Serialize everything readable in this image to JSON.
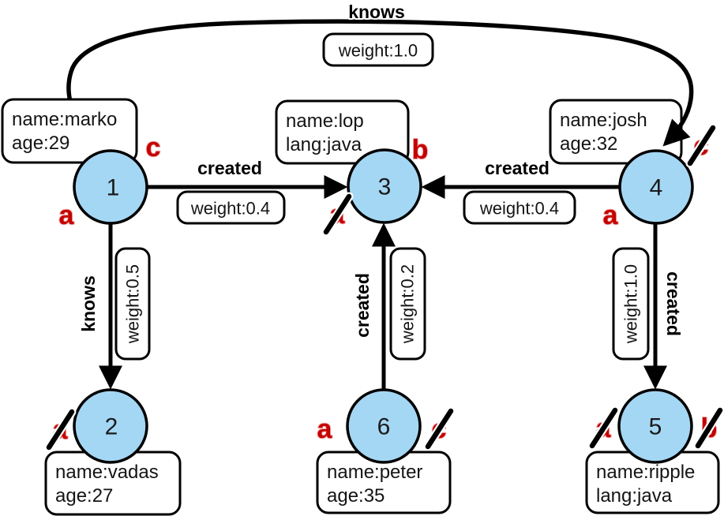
{
  "diagram": {
    "type": "property-graph",
    "description": "Six-vertex labeled graph with knows/created edges, edge weights, and red step markers a/b/c (some crossed out)"
  },
  "colors": {
    "node_fill": "#a4d7f4",
    "node_stroke": "#000000",
    "edge_color": "#000000",
    "box_fill": "#ffffff",
    "marker_red": "#c40000"
  },
  "nodes": [
    {
      "id": "1",
      "properties": [
        "name:marko",
        "age:29"
      ]
    },
    {
      "id": "2",
      "properties": [
        "name:vadas",
        "age:27"
      ]
    },
    {
      "id": "3",
      "properties": [
        "name:lop",
        "lang:java"
      ]
    },
    {
      "id": "4",
      "properties": [
        "name:josh",
        "age:32"
      ]
    },
    {
      "id": "5",
      "properties": [
        "name:ripple",
        "lang:java"
      ]
    },
    {
      "id": "6",
      "properties": [
        "name:peter",
        "age:35"
      ]
    }
  ],
  "edges": [
    {
      "from": "1",
      "to": "4",
      "label": "knows",
      "weight": "weight:1.0"
    },
    {
      "from": "1",
      "to": "3",
      "label": "created",
      "weight": "weight:0.4"
    },
    {
      "from": "4",
      "to": "3",
      "label": "created",
      "weight": "weight:0.4"
    },
    {
      "from": "1",
      "to": "2",
      "label": "knows",
      "weight": "weight:0.5"
    },
    {
      "from": "6",
      "to": "3",
      "label": "created",
      "weight": "weight:0.2"
    },
    {
      "from": "4",
      "to": "5",
      "label": "created",
      "weight": "weight:1.0"
    }
  ],
  "step_markers": [
    {
      "node": "1",
      "letter": "c",
      "crossed": false
    },
    {
      "node": "1",
      "letter": "a",
      "crossed": false
    },
    {
      "node": "3",
      "letter": "b",
      "crossed": false
    },
    {
      "node": "3",
      "letter": "a",
      "crossed": true
    },
    {
      "node": "4",
      "letter": "c",
      "crossed": true
    },
    {
      "node": "4",
      "letter": "a",
      "crossed": false
    },
    {
      "node": "2",
      "letter": "a",
      "crossed": true
    },
    {
      "node": "6",
      "letter": "a",
      "crossed": false
    },
    {
      "node": "6",
      "letter": "c",
      "crossed": true
    },
    {
      "node": "5",
      "letter": "a",
      "crossed": true
    },
    {
      "node": "5",
      "letter": "b",
      "crossed": true
    }
  ]
}
